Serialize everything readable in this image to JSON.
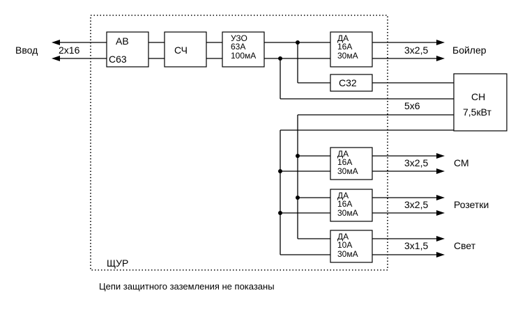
{
  "panel": {
    "label": "ЩУР"
  },
  "input": {
    "label": "Ввод",
    "cable": "2x16"
  },
  "breaker_main": {
    "line1": "АВ",
    "line2": "С63"
  },
  "meter": {
    "label": "СЧ"
  },
  "rcd_main": {
    "line1": "УЗО",
    "line2": "63А",
    "line3": "100мА"
  },
  "breaker_c32": {
    "label": "С32"
  },
  "stove": {
    "line1": "СН",
    "line2": "7,5кВт",
    "cable": "5x6"
  },
  "outputs": [
    {
      "id": "boiler",
      "da_line1": "ДА",
      "da_line2": "16А",
      "da_line3": "30мА",
      "cable": "3x2,5",
      "label": "Бойлер"
    },
    {
      "id": "washer",
      "da_line1": "ДА",
      "da_line2": "16А",
      "da_line3": "30мА",
      "cable": "3x2,5",
      "label": "СМ"
    },
    {
      "id": "sockets",
      "da_line1": "ДА",
      "da_line2": "16А",
      "da_line3": "30мА",
      "cable": "3x2,5",
      "label": "Розетки"
    },
    {
      "id": "light",
      "da_line1": "ДА",
      "da_line2": "10А",
      "da_line3": "30мА",
      "cable": "3x1,5",
      "label": "Свет"
    }
  ],
  "footnote": "Цепи защитного заземления не показаны"
}
